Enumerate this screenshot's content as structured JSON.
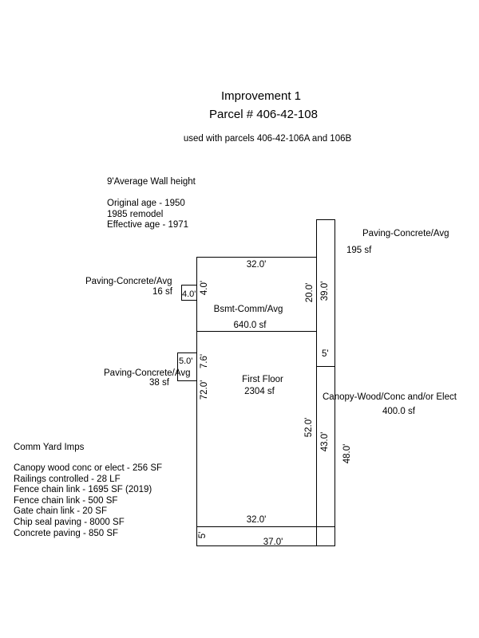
{
  "header": {
    "title": "Improvement 1",
    "parcel": "Parcel # 406-42-108",
    "note": "used with parcels 406-42-106A and  106B"
  },
  "info": {
    "wall_height": "9'Average Wall height",
    "original_age": "Original age - 1950",
    "remodel": "1985 remodel",
    "effective_age": "Effective age - 1971"
  },
  "yard": {
    "title": "Comm Yard Imps",
    "items": [
      "Canopy wood conc or elect - 256 SF",
      "Railings controlled - 28 LF",
      "Fence chain link - 1695 SF (2019)",
      "Fence chain link - 500 SF",
      "Gate chain link - 20 SF",
      "Chip seal paving - 8000 SF",
      "Concrete paving - 850 SF"
    ]
  },
  "areas": {
    "paving_right": {
      "label": "Paving-Concrete/Avg",
      "size": "195 sf"
    },
    "paving_small": {
      "label": "Paving-Concrete/Avg",
      "size": "16 sf"
    },
    "paving_left": {
      "label": "Paving-Concrete/Avg",
      "size": "38 sf"
    },
    "basement": {
      "label": "Bsmt-Comm/Avg",
      "size": "640.0 sf"
    },
    "first_floor": {
      "label": "First Floor",
      "size": "2304 sf"
    },
    "canopy": {
      "label": "Canopy-Wood/Conc and/or Elect",
      "size": "400.0 sf"
    }
  },
  "dimensions": {
    "bsmt_top": "32.0'",
    "bsmt_left": "4.0'",
    "small_box": "4.0'",
    "bsmt_right": "20.0'",
    "strip_39": "39.0'",
    "strip_5": "5'",
    "left_box": "5.0'",
    "left_7_6": "7.6'",
    "left_72": "72.0'",
    "ff_right_52": "52.0'",
    "canopy_43": "43.0'",
    "canopy_48": "48.0'",
    "ff_bottom": "32.0'",
    "bottom_5": "5'",
    "bottom_37": "37.0'"
  }
}
